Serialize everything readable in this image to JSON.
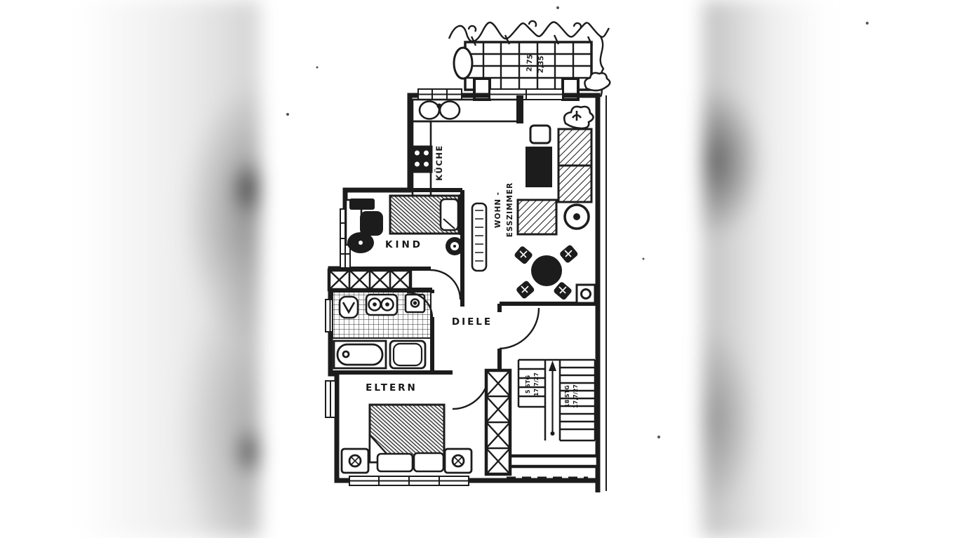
{
  "meta": {
    "title": "Scanned German apartment floor plan",
    "language": "de"
  },
  "colors": {
    "ink": "#1c1c1c",
    "paper": "#ffffff",
    "blur_gray": "#9a9a9a"
  },
  "rooms": {
    "kueche": {
      "label": "KÜCHE"
    },
    "wohn_esszimmer": {
      "label_line1": "WOHN -",
      "label_line2": "ESSZIMMER"
    },
    "kind": {
      "label": "KIND"
    },
    "diele": {
      "label": "DIELE"
    },
    "eltern": {
      "label": "ELTERN"
    }
  },
  "balcony": {
    "dim_1": "2,75",
    "dim_2": "2,35"
  },
  "stairs": {
    "flight1_count": "5 STG",
    "flight1_dim": "17,7/27",
    "flight2_count": "18 STG",
    "flight2_dim": "17,7/27"
  },
  "symbols": [
    "kitchen-sink",
    "stove",
    "child-bed",
    "desk",
    "desk-chair",
    "stool",
    "wardrobe-x",
    "toilet",
    "double-washbasin",
    "washing-machine",
    "bathtub",
    "shower",
    "double-bed",
    "nightstand",
    "sofa",
    "tv-sideboard",
    "rug",
    "side-table",
    "round-table",
    "plant",
    "dining-table",
    "dining-chair",
    "stairs",
    "door-arc",
    "balcony-deck"
  ]
}
